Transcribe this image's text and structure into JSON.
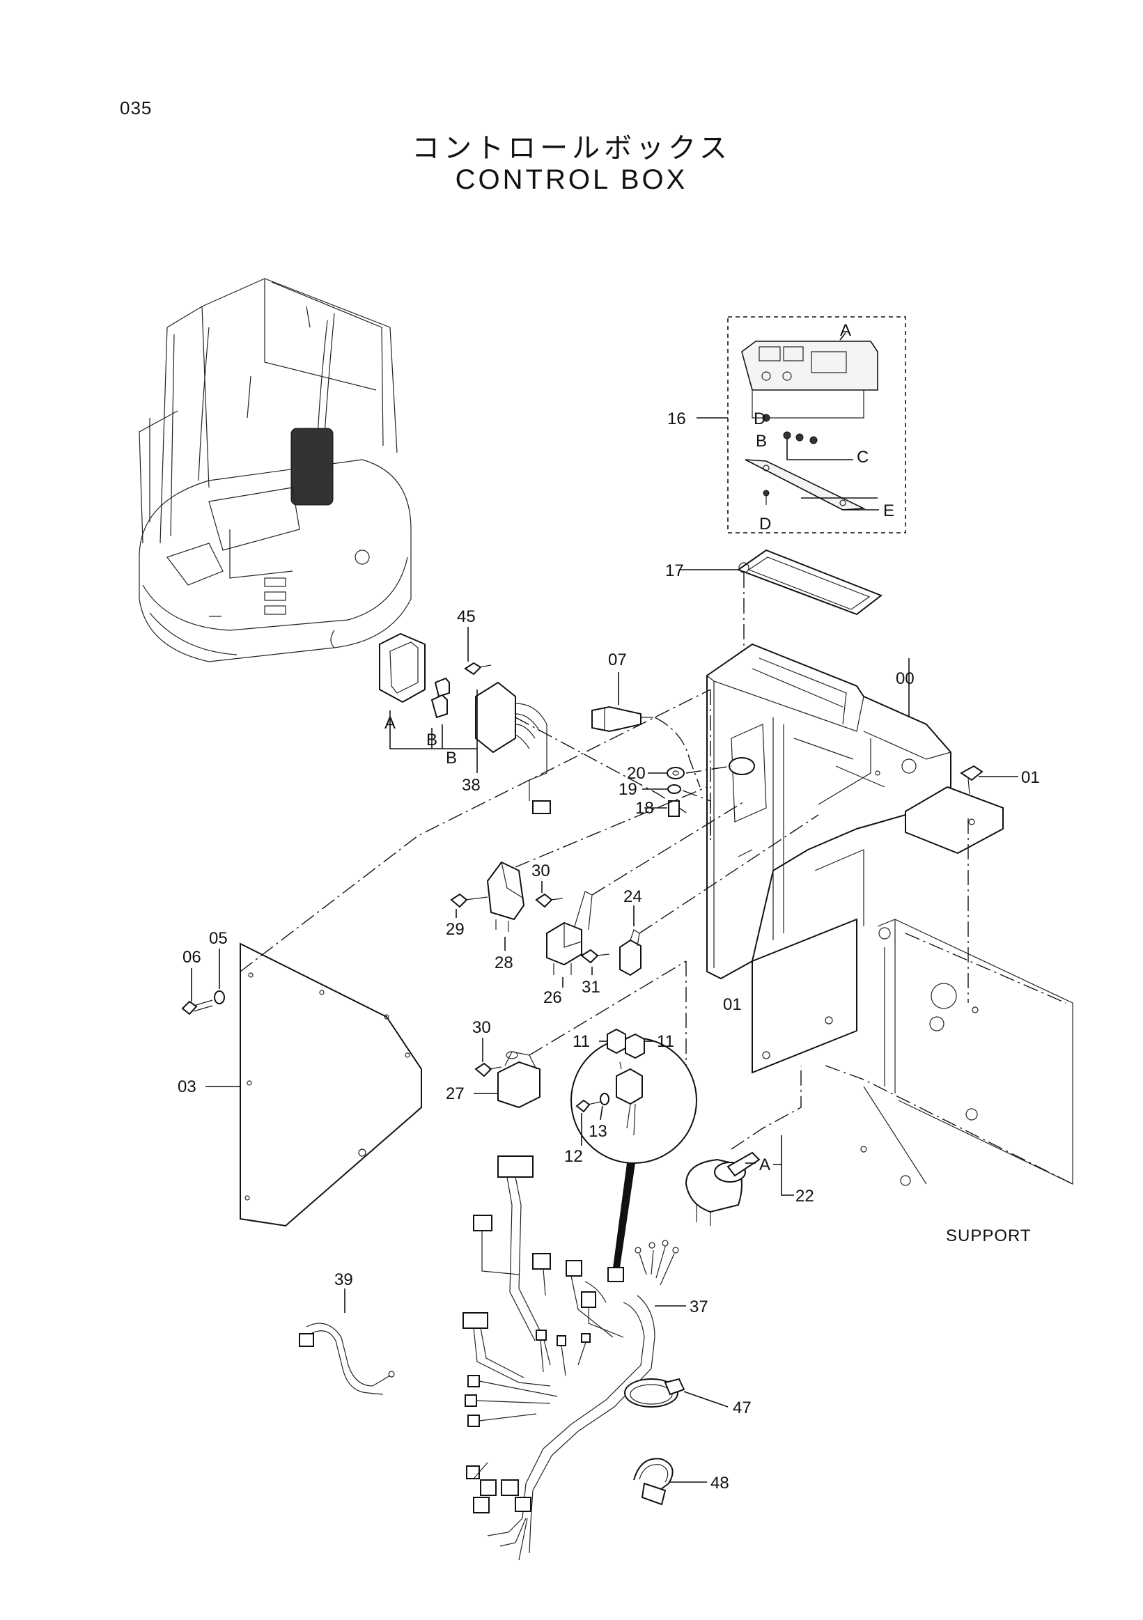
{
  "page_number": "035",
  "title_jp": "コントロールボックス",
  "title_en": "CONTROL BOX",
  "support_label": "SUPPORT",
  "callouts": {
    "c00": "00",
    "c01a": "01",
    "c01b": "01",
    "c03": "03",
    "c05": "05",
    "c06": "06",
    "c07": "07",
    "c11a": "11",
    "c11b": "11",
    "c12": "12",
    "c13": "13",
    "c16": "16",
    "c17": "17",
    "c18": "18",
    "c19": "19",
    "c20": "20",
    "c22": "22",
    "c24": "24",
    "c26": "26",
    "c27": "27",
    "c28": "28",
    "c29": "29",
    "c30a": "30",
    "c30b": "30",
    "c31": "31",
    "c37": "37",
    "c38": "38",
    "c39": "39",
    "c45": "45",
    "c47": "47",
    "c48": "48"
  },
  "sub_labels": {
    "mon_a": "A",
    "mon_b": "B",
    "mon_c": "C",
    "mon_d1": "D",
    "mon_d2": "D",
    "mon_e": "E",
    "conn_a": "A",
    "conn_b1": "B",
    "conn_b2": "B",
    "key_a": "A"
  }
}
